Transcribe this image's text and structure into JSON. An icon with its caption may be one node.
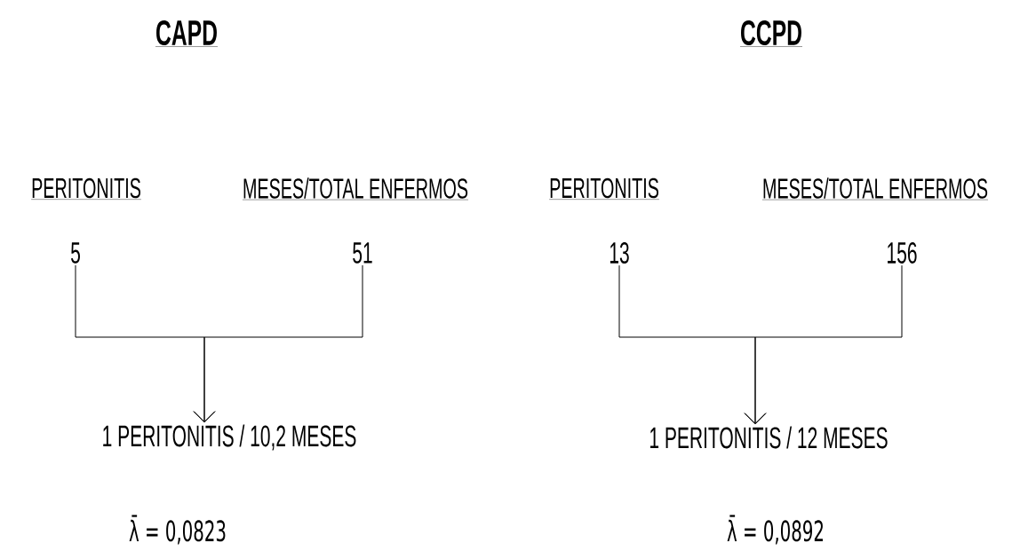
{
  "diagram": {
    "nodes": [
      {
        "text": [
          "5"
        ]
      },
      {
        "text": [
          "51"
        ]
      },
      {
        "text": [
          "1 PERITONITIS / 10,2 MESES"
        ]
      },
      {
        "text": [
          "13"
        ]
      },
      {
        "text": [
          "156"
        ]
      },
      {
        "text": [
          "1 PERITONITIS / 12 MESES"
        ]
      }
    ],
    "edges": [
      {
        "from": 0,
        "to": 2,
        "arrow": "to"
      },
      {
        "from": 1,
        "to": 2,
        "arrow": "to"
      },
      {
        "from": 3,
        "to": 5,
        "arrow": "to"
      },
      {
        "from": 4,
        "to": 5,
        "arrow": "to"
      }
    ],
    "labels": [
      "CAPD",
      "CCPD",
      "PERITONITIS",
      "MESES/TOTAL ENFERMOS",
      "PERITONITIS",
      "MESES/TOTAL ENFERMOS",
      "λ̄ = 0,0823",
      "λ̄ = 0,0892"
    ]
  }
}
